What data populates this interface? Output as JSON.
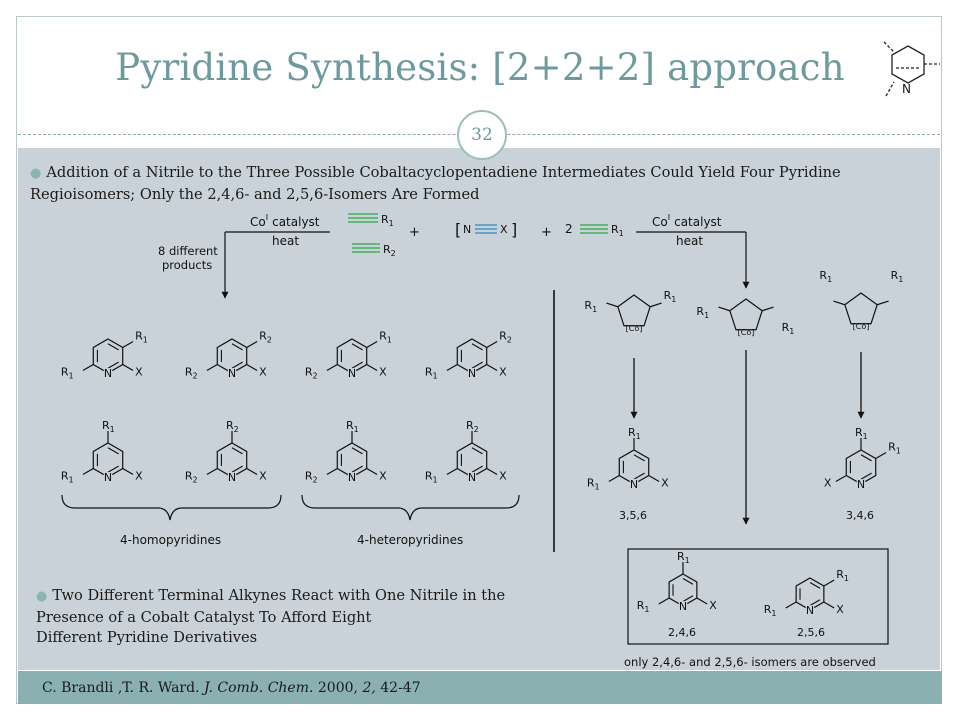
{
  "slide": {
    "title": "Pyridine Synthesis: [2+2+2] approach",
    "page_number": "32",
    "bullet1": "Addition of a Nitrile to the Three Possible Cobaltacyclopentadiene Intermediates Could Yield Four Pyridine Regioisomers; Only the 2,4,6- and 2,5,6-Isomers Are Formed",
    "bullet2_lines": [
      "Two Different Terminal Alkynes React with One Nitrile in the",
      "Presence of a Cobalt Catalyst To Afford Eight",
      "Different Pyridine Derivatives"
    ],
    "citation": {
      "authors": "C. Brandli ,T. R. Ward.",
      "journal": "J. Comb. Chem.",
      "year": "2000,",
      "volume": "2,",
      "pages": "42-47"
    }
  },
  "logo": {
    "n_label": "N"
  },
  "scheme": {
    "top": {
      "catalyst_co": "Co",
      "catalyst_ox": "I",
      "catalyst_word": "catalyst",
      "heat": "heat",
      "products_line1": "8 different",
      "products_line2": "products",
      "r1": "R",
      "r1_sub": "1",
      "r2": "R",
      "r2_sub": "2",
      "plus": "+",
      "nitrile_n": "N",
      "nitrile_x": "X",
      "coef": "2"
    },
    "pyridines_row1": [
      {
        "r_top": "R1",
        "r_left": "R1",
        "x": "X",
        "n": "N"
      },
      {
        "r_top": "R2",
        "r_left": "R2",
        "x": "X",
        "n": "N"
      },
      {
        "r_top": "R1",
        "r_left": "R2",
        "x": "X",
        "n": "N"
      },
      {
        "r_top": "R2",
        "r_left": "R1",
        "x": "X",
        "n": "N"
      }
    ],
    "pyridines_row2": [
      {
        "r_top": "R1",
        "r_left": "R1",
        "x": "X",
        "n": "N"
      },
      {
        "r_top": "R2",
        "r_left": "R2",
        "x": "X",
        "n": "N"
      },
      {
        "r_top": "R1",
        "r_left": "R2",
        "x": "X",
        "n": "N"
      },
      {
        "r_top": "R2",
        "r_left": "R1",
        "x": "X",
        "n": "N"
      }
    ],
    "group_labels": [
      "4-homopyridines",
      "4-heteropyridines"
    ],
    "cobalt_label": "[Co]",
    "right_labels": [
      "3,5,6",
      "3,4,6"
    ],
    "box_labels": [
      "2,4,6",
      "2,5,6"
    ],
    "observed_note": "only 2,4,6- and 2,5,6- isomers are observed"
  },
  "colors": {
    "title": "#6f9a9d",
    "content_bg": "#c9d2d8",
    "footer_bg": "#8ab0b2",
    "reagent_blue": "#2e8bc0",
    "reagent_green": "#27a844"
  }
}
